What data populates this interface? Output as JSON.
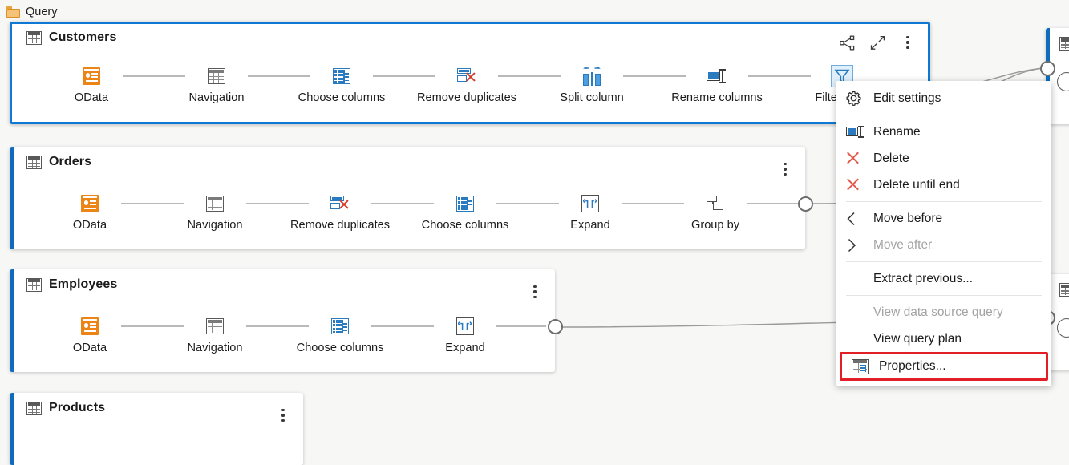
{
  "breadcrumb": {
    "icon": "folder-icon",
    "label": "Query"
  },
  "queries": [
    {
      "name": "Customers",
      "selected": true,
      "icon": "table-icon",
      "header_actions": [
        "share-icon",
        "collapse-icon",
        "more-options-icon"
      ],
      "steps": [
        {
          "label": "OData",
          "icon": "odata-icon",
          "selected": false
        },
        {
          "label": "Navigation",
          "icon": "navigation-table-icon",
          "selected": false
        },
        {
          "label": "Choose columns",
          "icon": "choose-columns-icon",
          "selected": false
        },
        {
          "label": "Remove duplicates",
          "icon": "remove-duplicates-icon",
          "selected": false
        },
        {
          "label": "Split column",
          "icon": "split-column-icon",
          "selected": false
        },
        {
          "label": "Rename columns",
          "icon": "rename-columns-icon",
          "selected": false
        },
        {
          "label": "Filter rows",
          "icon": "filter-rows-icon",
          "selected": true
        }
      ]
    },
    {
      "name": "Orders",
      "selected": false,
      "icon": "table-icon",
      "header_actions": [
        "more-options-icon"
      ],
      "steps": [
        {
          "label": "OData",
          "icon": "odata-icon",
          "selected": false
        },
        {
          "label": "Navigation",
          "icon": "navigation-table-icon",
          "selected": false
        },
        {
          "label": "Remove duplicates",
          "icon": "remove-duplicates-icon",
          "selected": false
        },
        {
          "label": "Choose columns",
          "icon": "choose-columns-icon",
          "selected": false
        },
        {
          "label": "Expand",
          "icon": "expand-icon",
          "selected": false
        },
        {
          "label": "Group by",
          "icon": "group-by-icon",
          "selected": false
        }
      ]
    },
    {
      "name": "Employees",
      "selected": false,
      "icon": "table-icon",
      "header_actions": [
        "more-options-icon"
      ],
      "steps": [
        {
          "label": "OData",
          "icon": "odata-icon",
          "selected": false
        },
        {
          "label": "Navigation",
          "icon": "navigation-table-icon",
          "selected": false
        },
        {
          "label": "Choose columns",
          "icon": "choose-columns-icon",
          "selected": false
        },
        {
          "label": "Expand",
          "icon": "expand-icon",
          "selected": false
        }
      ]
    },
    {
      "name": "Products",
      "selected": false,
      "icon": "table-icon",
      "header_actions": [
        "more-options-icon"
      ],
      "steps": []
    }
  ],
  "context_menu": {
    "items": [
      {
        "label": "Edit settings",
        "icon": "gear-icon",
        "disabled": false,
        "highlighted": false,
        "separator_after": true
      },
      {
        "label": "Rename",
        "icon": "rename-icon",
        "disabled": false,
        "highlighted": false,
        "separator_after": false
      },
      {
        "label": "Delete",
        "icon": "delete-x-icon",
        "disabled": false,
        "highlighted": false,
        "separator_after": false
      },
      {
        "label": "Delete until end",
        "icon": "delete-x-icon",
        "disabled": false,
        "highlighted": false,
        "separator_after": true
      },
      {
        "label": "Move before",
        "icon": "chevron-left-icon",
        "disabled": false,
        "highlighted": false,
        "separator_after": false
      },
      {
        "label": "Move after",
        "icon": "chevron-right-icon",
        "disabled": true,
        "highlighted": false,
        "separator_after": true
      },
      {
        "label": "Extract previous...",
        "icon": "none",
        "disabled": false,
        "highlighted": false,
        "separator_after": true
      },
      {
        "label": "View data source query",
        "icon": "none",
        "disabled": true,
        "highlighted": false,
        "separator_after": false
      },
      {
        "label": "View query plan",
        "icon": "none",
        "disabled": false,
        "highlighted": false,
        "separator_after": false
      },
      {
        "label": "Properties...",
        "icon": "properties-icon",
        "disabled": false,
        "highlighted": true,
        "separator_after": false
      }
    ]
  },
  "colors": {
    "accent_blue": "#0f6cbd",
    "selection_blue": "#0f78d4",
    "odata_orange": "#ec8416",
    "highlight_red": "#e21f26",
    "canvas_bg": "#f7f7f6",
    "connector_gray": "#b9b9b9"
  }
}
